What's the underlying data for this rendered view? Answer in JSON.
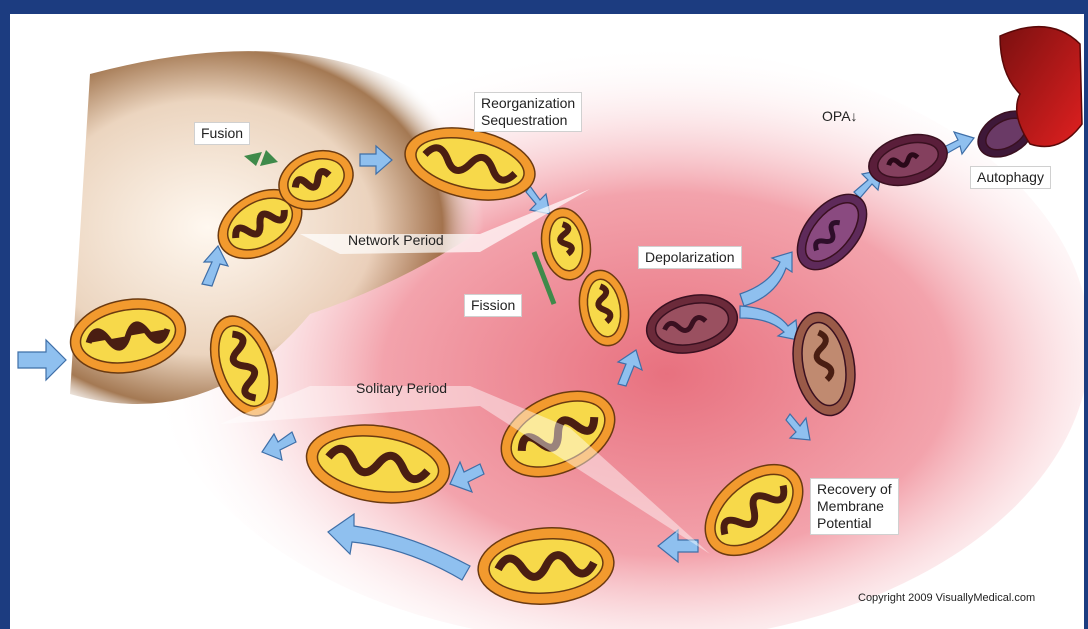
{
  "labels": {
    "fusion": "Fusion",
    "reorganization": "Reorganization\nSequestration",
    "network_period": "Network Period",
    "fission": "Fission",
    "depolarization": "Depolarization",
    "opa": "OPA↓",
    "autophagy": "Autophagy",
    "solitary_period": "Solitary Period",
    "recovery": "Recovery of\nMembrane\nPotential"
  },
  "copyright": "Copyright 2009 VisuallyMedical.com",
  "colors": {
    "frame": "#1c3c80",
    "arrow": "#8fc0ef",
    "mito_outer": "#f29a2e",
    "mito_inner": "#f7d94a",
    "matrix": "#4a1e12",
    "fusion_arrow": "#3f8a4a",
    "depolarized": "#6b2a3a",
    "lysosome": "#c81e1e",
    "cell_glow": "#f4a3ad"
  },
  "icons": {
    "mitochondrion": "mitochondrion-icon",
    "arrow": "flow-arrow-icon",
    "lysosome": "lysosome-icon"
  }
}
